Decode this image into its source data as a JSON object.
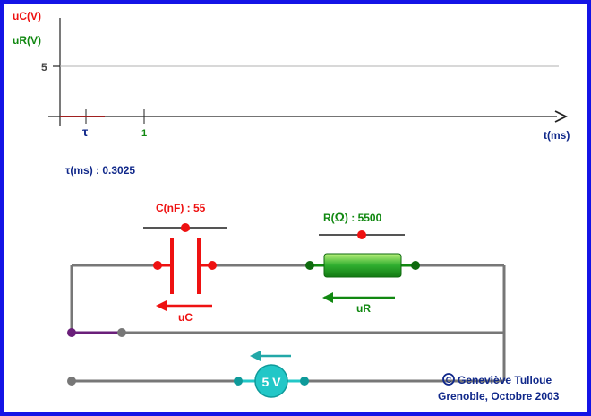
{
  "graph": {
    "y_label_uc": "uC(V)",
    "y_label_ur": "uR(V)",
    "y_tick_label": "5",
    "x_label": "t(ms)",
    "tau_label": "τ",
    "x_tick_label": "1",
    "tau_readout_label": "τ(ms) : ",
    "tau_value": "0.3025"
  },
  "capacitor": {
    "label": "C(nF) : ",
    "value": "55",
    "voltage_label": "uC",
    "slider_level": 0.5
  },
  "resistor": {
    "label_prefix": "R(",
    "label_unit": "Ω",
    "label_suffix": ") : ",
    "value": "5500",
    "voltage_label": "uR",
    "slider_level": 0.5
  },
  "source": {
    "label": "5 V"
  },
  "credits": {
    "author_symbol": "©",
    "author": "Geneviève Tulloue",
    "place_date": "Grenoble, Octobre 2003"
  },
  "colors": {
    "frame": "#1414e6",
    "capacitor": "#ee1111",
    "resistor": "#118811",
    "source": "#22c7c7",
    "wire": "#777777",
    "switch": "#6a1f7a",
    "text_blue": "#10288a"
  }
}
